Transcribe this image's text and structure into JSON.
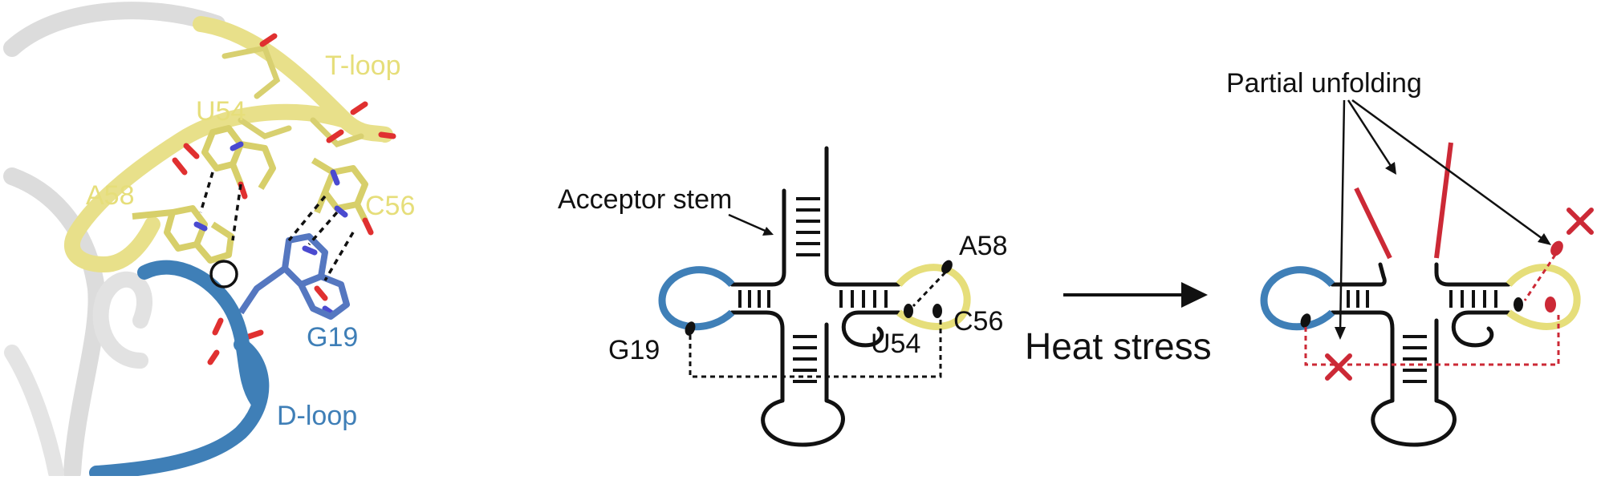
{
  "panel_3d": {
    "t_loop_label": "T-loop",
    "d_loop_label": "D-loop",
    "u54_label": "U54",
    "a58_label": "A58",
    "c56_label": "C56",
    "g19_label": "G19"
  },
  "panel_schematic": {
    "acceptor_stem_label": "Acceptor stem",
    "a58_label": "A58",
    "c56_label": "C56",
    "u54_label": "U54",
    "g19_label": "G19"
  },
  "transition": {
    "label": "Heat stress"
  },
  "panel_unfolded": {
    "partial_unfolding_label": "Partial unfolding"
  },
  "colors": {
    "t_loop_yellow": "#e6de7a",
    "d_loop_blue": "#3f7fb7",
    "disrupted_red": "#cc2936",
    "backbone_gray": "#dcdcdc",
    "oxygen_red": "#e03030",
    "nitrogen_blue": "#4a4ad0"
  }
}
